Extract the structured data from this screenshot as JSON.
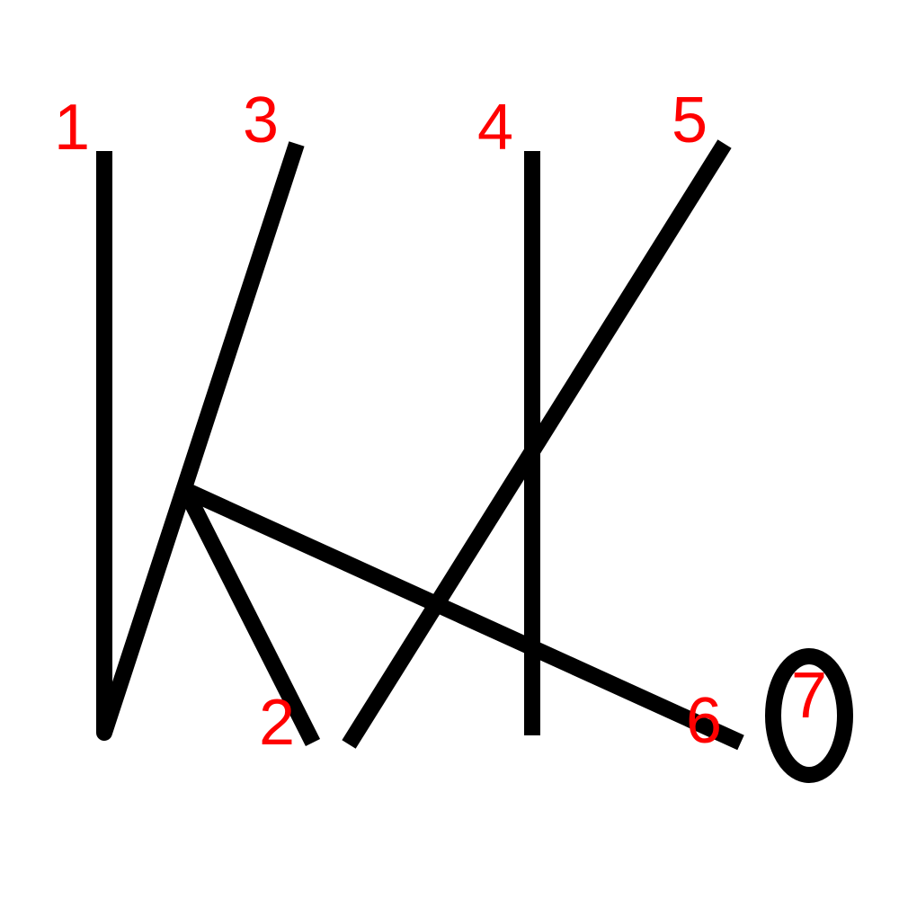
{
  "colors": {
    "background": "#ffffff",
    "stroke": "#000000",
    "label": "#ff0000"
  },
  "labels": [
    "1",
    "2",
    "3",
    "4",
    "5",
    "6",
    "7"
  ]
}
